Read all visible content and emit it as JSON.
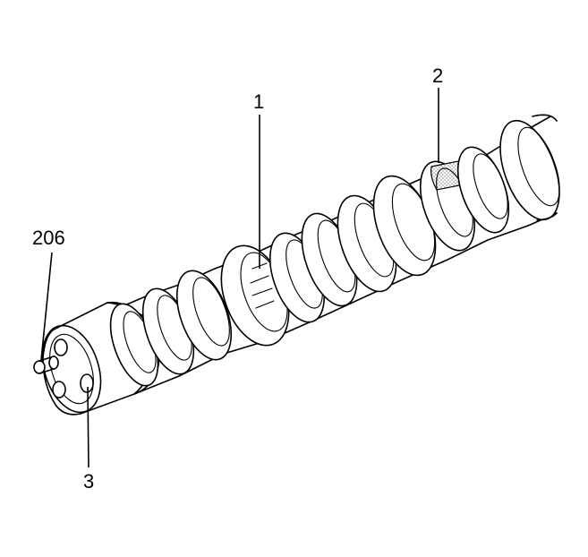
{
  "callouts": {
    "c1": "1",
    "c2": "2",
    "c3": "3",
    "c206": "206"
  },
  "colors": {
    "ink": "#000000",
    "paper": "#ffffff",
    "shading": "#b8b8b8"
  }
}
